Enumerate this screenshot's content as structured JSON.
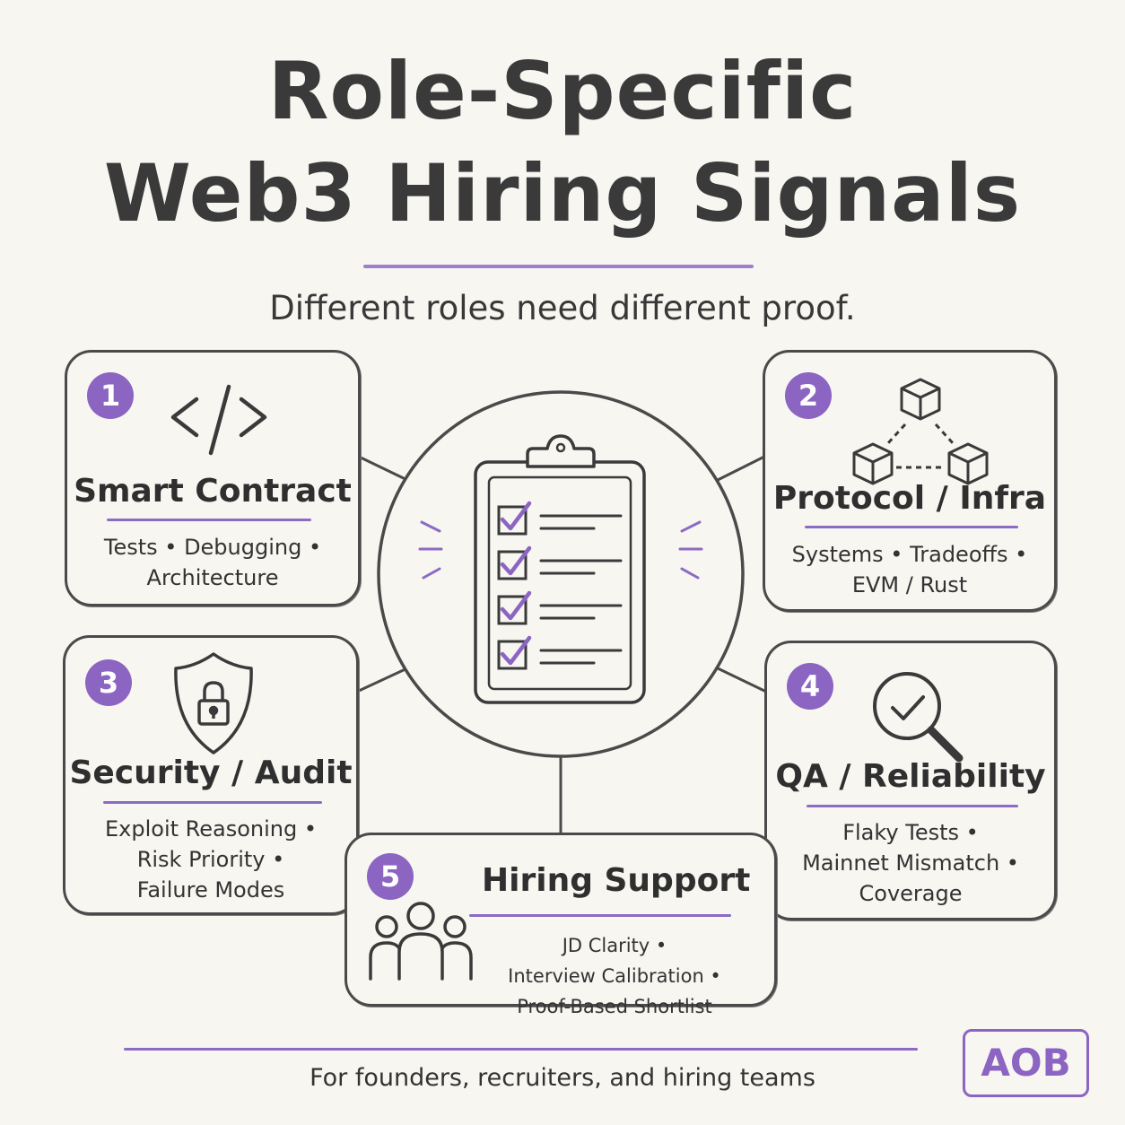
{
  "title": {
    "line1": "Role-Specific",
    "line2": "Web3 Hiring Signals"
  },
  "subtitle": "Different roles need different proof.",
  "center": {
    "icon": "clipboard-checklist-icon",
    "checked_items": 4
  },
  "cards": [
    {
      "number": "1",
      "title": "Smart Contract",
      "icon": "code-brackets-icon",
      "items": [
        "Tests •",
        "Debugging •",
        "Architecture"
      ]
    },
    {
      "number": "2",
      "title": "Protocol / Infra",
      "icon": "connected-blocks-icon",
      "items": [
        "Systems •",
        "Tradeoffs •",
        "EVM / Rust"
      ]
    },
    {
      "number": "3",
      "title": "Security / Audit",
      "icon": "shield-lock-icon",
      "items": [
        "Exploit Reasoning •",
        "Risk Priority •",
        "Failure Modes"
      ]
    },
    {
      "number": "4",
      "title": "QA / Reliability",
      "icon": "magnifier-check-icon",
      "items": [
        "Flaky Tests •",
        "Mainnet Mismatch •",
        "Coverage"
      ]
    },
    {
      "number": "5",
      "title": "Hiring Support",
      "icon": "people-group-icon",
      "items": [
        "JD Clarity •",
        "Interview Calibration •",
        "Proof-Based Shortlist"
      ]
    }
  ],
  "footer": "For founders, recruiters, and hiring teams",
  "logo": "AOB",
  "colors": {
    "accent": "#8c64c2",
    "ink": "#3a3a3a",
    "background": "#f7f6f1"
  }
}
